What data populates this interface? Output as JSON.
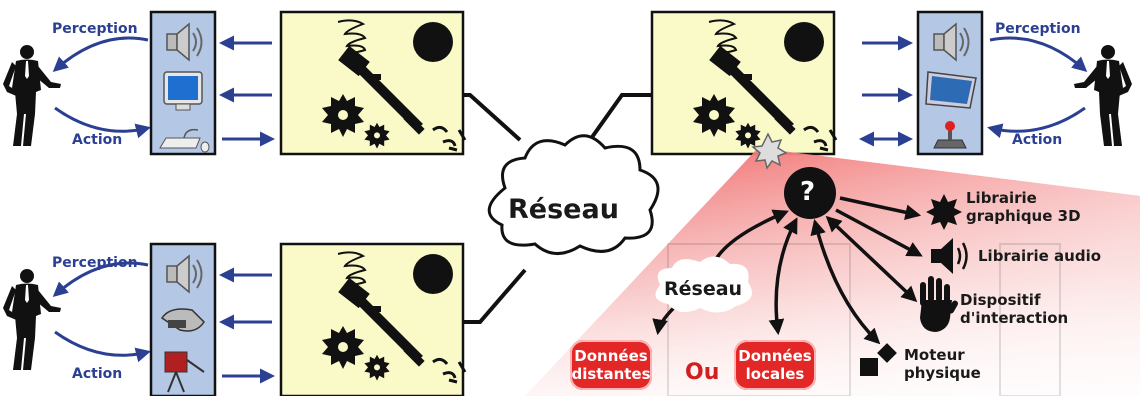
{
  "labels": {
    "perception": "Perception",
    "action": "Action",
    "reseau": "Réseau",
    "question": "?",
    "librairie_graphique_line1": "Librairie",
    "librairie_graphique_line2": "graphique 3D",
    "librairie_audio": "Librairie audio",
    "dispositif_line1": "Dispositif",
    "dispositif_line2": "d'interaction",
    "moteur_line1": "Moteur",
    "moteur_line2": "physique",
    "donnees_distantes_line1": "Données",
    "donnees_distantes_line2": "distantes",
    "ou": "Ou",
    "donnees_locales_line1": "Données",
    "donnees_locales_line2": "locales"
  },
  "colors": {
    "panel_yellow": "#fafac8",
    "device_blue": "#b4c8e6",
    "arrow_blue": "#2b3f93",
    "accent_red": "#e32626",
    "gradient_red": "#f07070"
  },
  "icons": [
    "person-silhouette",
    "speaker-icon",
    "monitor-icon",
    "keyboard-mouse-icon",
    "flat-screen-icon",
    "joystick-icon",
    "hmd-icon",
    "haptic-device-icon",
    "spring-icon",
    "ball-icon",
    "gear-icon",
    "wrench-icon",
    "cloud-icon",
    "splat-icon",
    "hand-icon",
    "cubes-icon"
  ]
}
